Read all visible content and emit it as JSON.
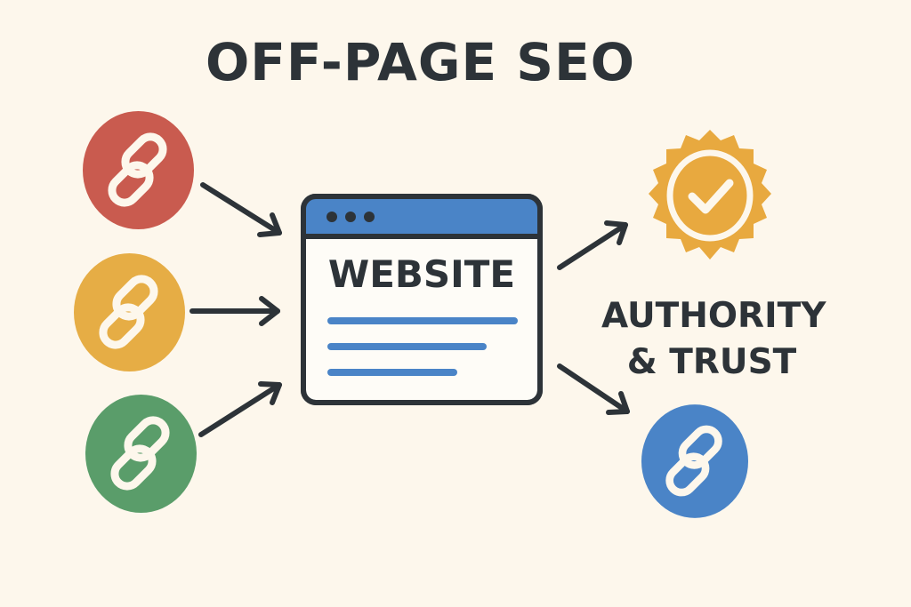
{
  "title": "OFF-PAGE SEO",
  "center": {
    "label": "WEBSITE"
  },
  "outcome": {
    "line1": "AUTHORITY",
    "line2": "& TRUST"
  },
  "colors": {
    "background": "#fdf7ec",
    "text": "#2d3338",
    "red": "#c95b4f",
    "yellow": "#e6ad45",
    "green": "#5a9d6a",
    "blue": "#4a84c7",
    "seal": "#e8a93f"
  },
  "icons": {
    "incoming_links": [
      "link-icon",
      "link-icon",
      "link-icon"
    ],
    "outgoing_link": "link-icon",
    "seal": "check-seal-icon"
  }
}
